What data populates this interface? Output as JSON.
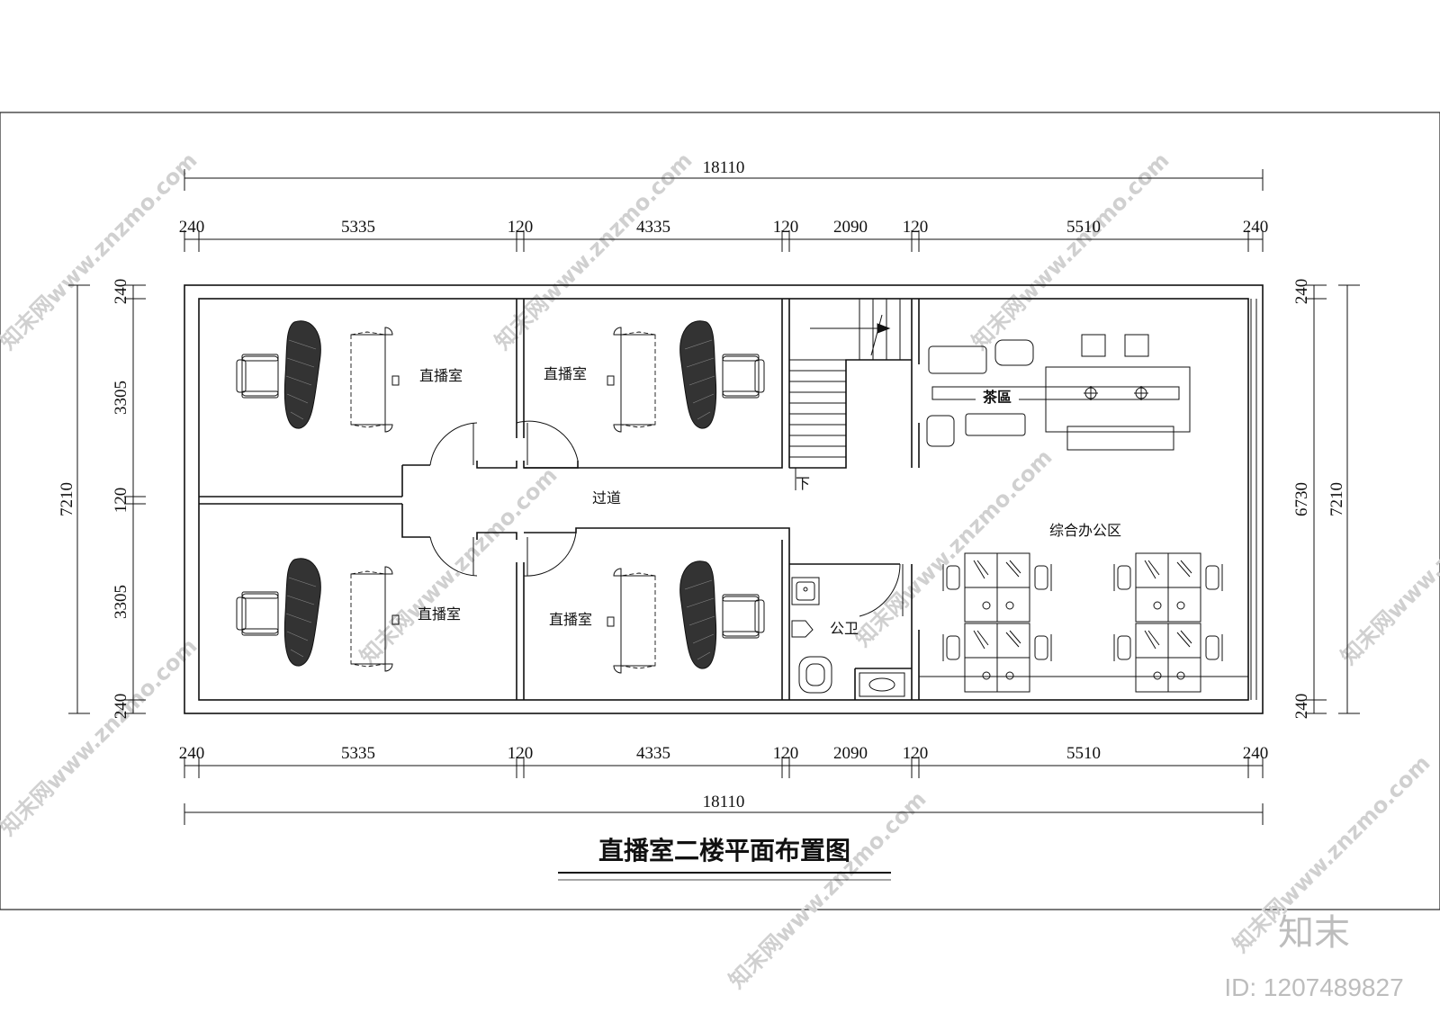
{
  "drawing": {
    "title": "直播室二楼平面布置图",
    "brand_logo": "知末",
    "id_label": "ID: 1207489827",
    "watermark": "知末网www.znzmo.com"
  },
  "dimensions": {
    "top_total": "18110",
    "bottom_total": "18110",
    "top_segments": [
      "240",
      "5335",
      "120",
      "4335",
      "120",
      "2090",
      "120",
      "5510",
      "240"
    ],
    "bottom_segments": [
      "240",
      "5335",
      "120",
      "4335",
      "120",
      "2090",
      "120",
      "5510",
      "240"
    ],
    "left_total": "7210",
    "left_segments": [
      "240",
      "3305",
      "120",
      "3305",
      "240"
    ],
    "right_total": "7210",
    "right_inner": "6730",
    "right_segments": [
      "240",
      "240"
    ]
  },
  "rooms": {
    "studio_top_left": "直播室",
    "studio_top_mid": "直播室",
    "studio_bottom_left": "直播室",
    "studio_bottom_mid": "直播室",
    "corridor": "过道",
    "tea_area": "茶區",
    "office_area": "综合办公区",
    "restroom": "公卫",
    "stair_down": "下"
  }
}
